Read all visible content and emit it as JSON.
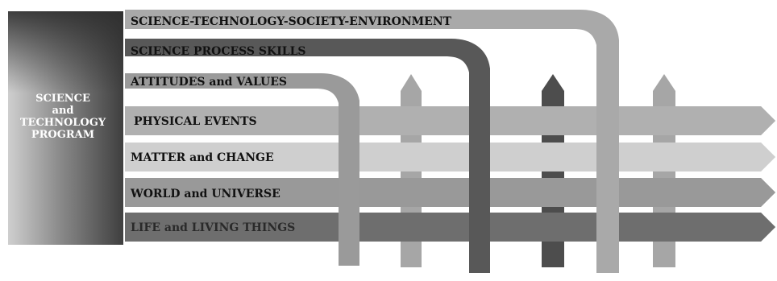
{
  "program": {
    "line1": "SCIENCE",
    "line2": "and",
    "line3": "TECHNOLOGY",
    "line4": "PROGRAM"
  },
  "strands": [
    {
      "label": "SCIENCE-TECHNOLOGY-SOCIETY-ENVIRONMENT",
      "color": "#a9a9a9"
    },
    {
      "label": "SCIENCE PROCESS SKILLS",
      "color": "#585858"
    },
    {
      "label": "ATTITUDES and VALUES",
      "color": "#9a9a9a"
    }
  ],
  "content_areas": [
    {
      "label": "PHYSICAL EVENTS",
      "color": "#b0b0b0"
    },
    {
      "label": "MATTER and CHANGE",
      "color": "#cfcfcf"
    },
    {
      "label": "WORLD and UNIVERSE",
      "color": "#999999"
    },
    {
      "label": "LIFE and LIVING THINGS",
      "color": "#6e6e6e"
    }
  ]
}
